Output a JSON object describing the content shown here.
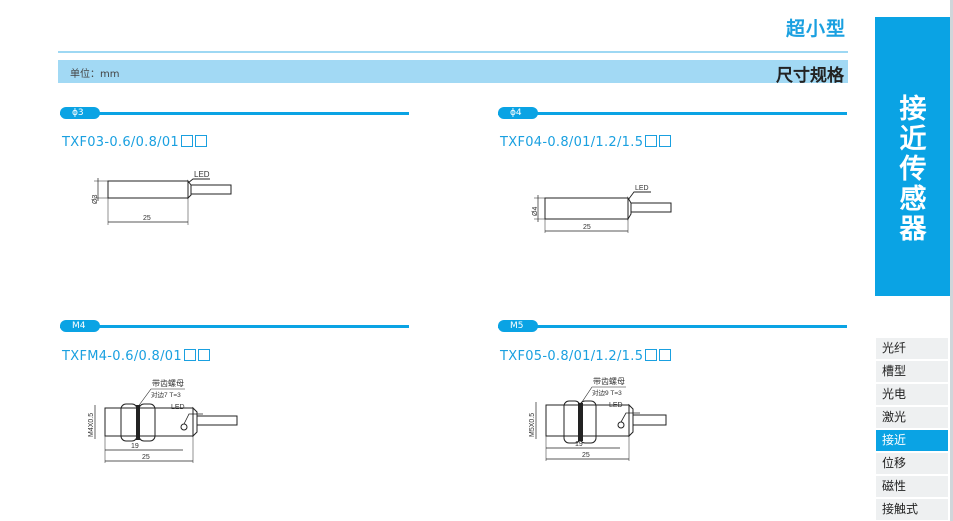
{
  "header": {
    "category_title": "超小型",
    "unit_label": "单位：mm",
    "section_title": "尺寸规格"
  },
  "side_tab": {
    "title": "接近传感器"
  },
  "nav": {
    "items": [
      {
        "label": "光纤"
      },
      {
        "label": "槽型"
      },
      {
        "label": "光电"
      },
      {
        "label": "激光"
      },
      {
        "label": "接近",
        "active": true
      },
      {
        "label": "位移"
      },
      {
        "label": "磁性"
      },
      {
        "label": "接触式"
      }
    ]
  },
  "products": [
    {
      "tag": "ϕ3",
      "model": "TXF03-0.6/0.8/01",
      "dia_label": "Ø3",
      "length": "25",
      "led": "LED"
    },
    {
      "tag": "ϕ4",
      "model": "TXF04-0.8/01/1.2/1.5",
      "dia_label": "Ø4",
      "length": "25",
      "led": "LED"
    },
    {
      "tag": "M4",
      "model": "TXFM4-0.6/0.8/01",
      "dia_label": "M4X0.5",
      "length": "25",
      "thread_length": "19",
      "led": "LED",
      "nut_label": "带齿螺母",
      "nut_spec": "对边7 T=3"
    },
    {
      "tag": "M5",
      "model": "TXF05-0.8/01/1.2/1.5",
      "dia_label": "M5X0.5",
      "length": "25",
      "thread_length": "19",
      "led": "LED",
      "nut_label": "带齿螺母",
      "nut_spec": "对边9 T=3"
    }
  ],
  "colors": {
    "accent": "#0aa3e4",
    "light": "#a2d9f4"
  }
}
